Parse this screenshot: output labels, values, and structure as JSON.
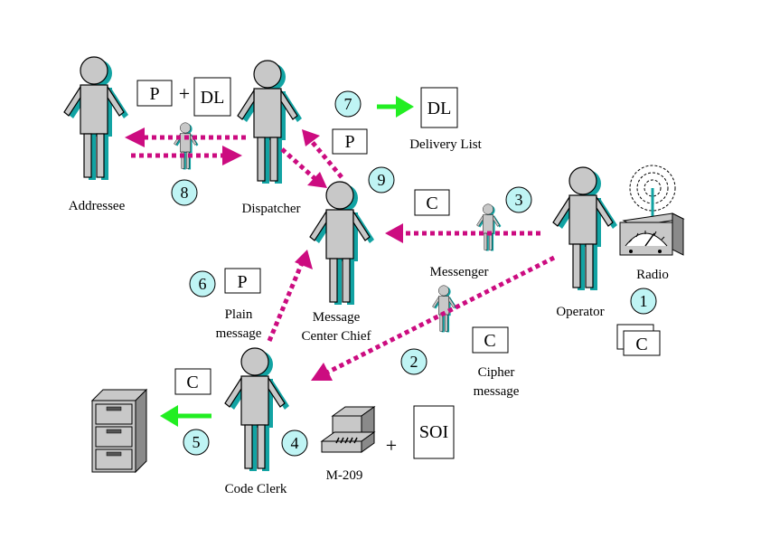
{
  "labels": {
    "addressee": "Addressee",
    "dispatcher": "Dispatcher",
    "delivery_list": "Delivery List",
    "messenger": "Messenger",
    "radio": "Radio",
    "operator": "Operator",
    "plain_message_1": "Plain",
    "plain_message_2": "message",
    "message_center_chief_1": "Message",
    "message_center_chief_2": "Center Chief",
    "cipher_message_1": "Cipher",
    "cipher_message_2": "message",
    "code_clerk": "Code Clerk",
    "m209": "M-209"
  },
  "boxes": {
    "p_top": "P",
    "dl_top": "DL",
    "dl_delivery": "DL",
    "p_dispatcher": "P",
    "c_messenger": "C",
    "p_plain": "P",
    "c_cipher": "C",
    "c_code_clerk": "C",
    "c_operator": "C",
    "soi": "SOI"
  },
  "plus": {
    "top": "+",
    "bottom": "+"
  },
  "steps": {
    "s1": "1",
    "s2": "2",
    "s3": "3",
    "s4": "4",
    "s5": "5",
    "s6": "6",
    "s7": "7",
    "s8": "8",
    "s9": "9"
  },
  "colors": {
    "figure": "#c8c8c8",
    "shadow": "#12a3a3",
    "arrow_dotted": "#cc0c80",
    "arrow_green": "#22ee22",
    "step_circle": "#bff4f4"
  }
}
